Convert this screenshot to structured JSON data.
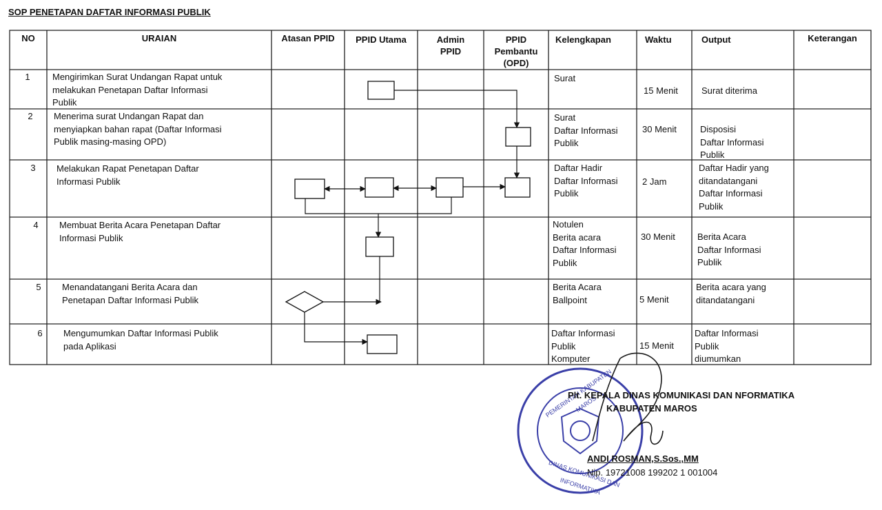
{
  "doc_title": "SOP PENETAPAN DAFTAR INFORMASI PUBLIK",
  "headers": {
    "no": "NO",
    "uraian": "URAIAN",
    "atasan": "Atasan PPID",
    "utama": "PPID Utama",
    "admin": "Admin\nPPID",
    "pembantu": "PPID\nPembantu\n(OPD)",
    "kelengkapan": "Kelengkapan",
    "waktu": "Waktu",
    "output": "Output",
    "keterangan": "Keterangan"
  },
  "rows": [
    {
      "no": "1",
      "uraian": "Mengirimkan Surat Undangan Rapat untuk\nmelakukan Penetapan Daftar Informasi\nPublik",
      "kelengkapan": "Surat",
      "waktu": "15 Menit",
      "output": "Surat diterima"
    },
    {
      "no": "2",
      "uraian": "Menerima surat Undangan Rapat dan\nmenyiapkan  bahan rapat (Daftar Informasi\nPublik masing-masing OPD)",
      "kelengkapan": "Surat\nDaftar Informasi\nPublik",
      "waktu": "30 Menit",
      "output": "Disposisi\nDaftar Informasi\nPublik"
    },
    {
      "no": "3",
      "uraian": "Melakukan Rapat Penetapan Daftar\nInformasi Publik",
      "kelengkapan": "Daftar Hadir\nDaftar Informasi\nPublik",
      "waktu": "2 Jam",
      "output": "Daftar Hadir yang\nditandatangani\nDaftar Informasi\nPublik"
    },
    {
      "no": "4",
      "uraian": "Membuat Berita Acara Penetapan Daftar\nInformasi Publik",
      "kelengkapan": "Notulen\nBerita acara\nDaftar Informasi\nPublik",
      "waktu": "30 Menit",
      "output": "Berita Acara\nDaftar Informasi\nPublik"
    },
    {
      "no": "5",
      "uraian": "Menandatangani Berita Acara dan\nPenetapan Daftar Informasi Publik",
      "kelengkapan": "Berita Acara\nBallpoint",
      "waktu": "5 Menit",
      "output": "Berita acara yang\nditandatangani"
    },
    {
      "no": "6",
      "uraian": "Mengumumkan Daftar Informasi Publik\npada Aplikasi",
      "kelengkapan": "Daftar Informasi\nPublik\nKomputer",
      "waktu": "15 Menit",
      "output": "Daftar Informasi\nPublik\ndiumumkan"
    }
  ],
  "signature": {
    "title_line1": "Plt. KEPALA DINAS KOMUNIKASI DAN NFORMATIKA",
    "title_line2": "KABUPATEN MAROS",
    "name": "ANDI  ROSMAN,S.Sos.,MM",
    "nip": "Nip. 19721008 199202 1 001004",
    "stamp_top": "PEMERINTAH KABUPATEN MAROS",
    "stamp_bottom": "DINAS KOMUNIKASI DAN INFORMATIKA"
  },
  "colors": {
    "ink": "#111111",
    "stamp": "#3a3fa8"
  }
}
